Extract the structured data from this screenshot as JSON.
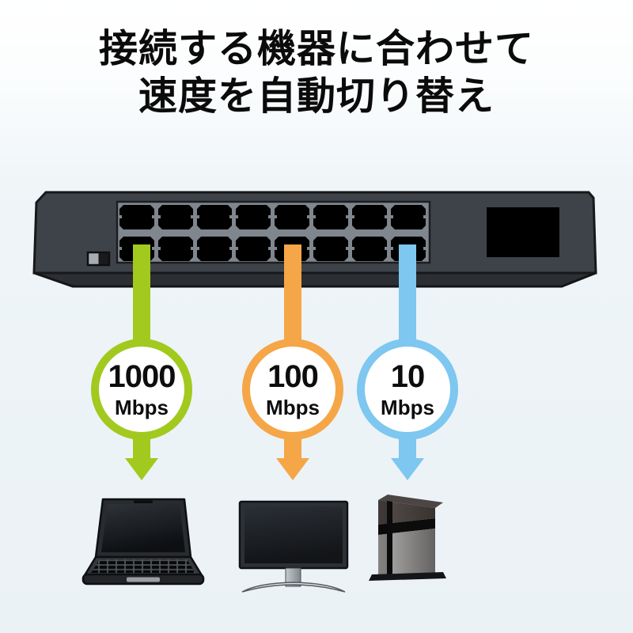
{
  "title": {
    "line1": "接続する機器に合わせて",
    "line2": "速度を自動切り替え"
  },
  "switch": {
    "port_count": 16,
    "port_rows": 2,
    "ports_per_row": 8
  },
  "connections": [
    {
      "speed_value": "1000",
      "speed_unit": "Mbps",
      "color": "#a2c91e",
      "device": "laptop"
    },
    {
      "speed_value": "100",
      "speed_unit": "Mbps",
      "color": "#f5a647",
      "device": "desktop-monitor"
    },
    {
      "speed_value": "10",
      "speed_unit": "Mbps",
      "color": "#7dc7f0",
      "device": "game-console"
    }
  ],
  "colors": {
    "background": "#edf3f7",
    "switch_body": "#3e434a",
    "switch_panel": "#7f868d",
    "title_text": "#0b0b0b"
  }
}
